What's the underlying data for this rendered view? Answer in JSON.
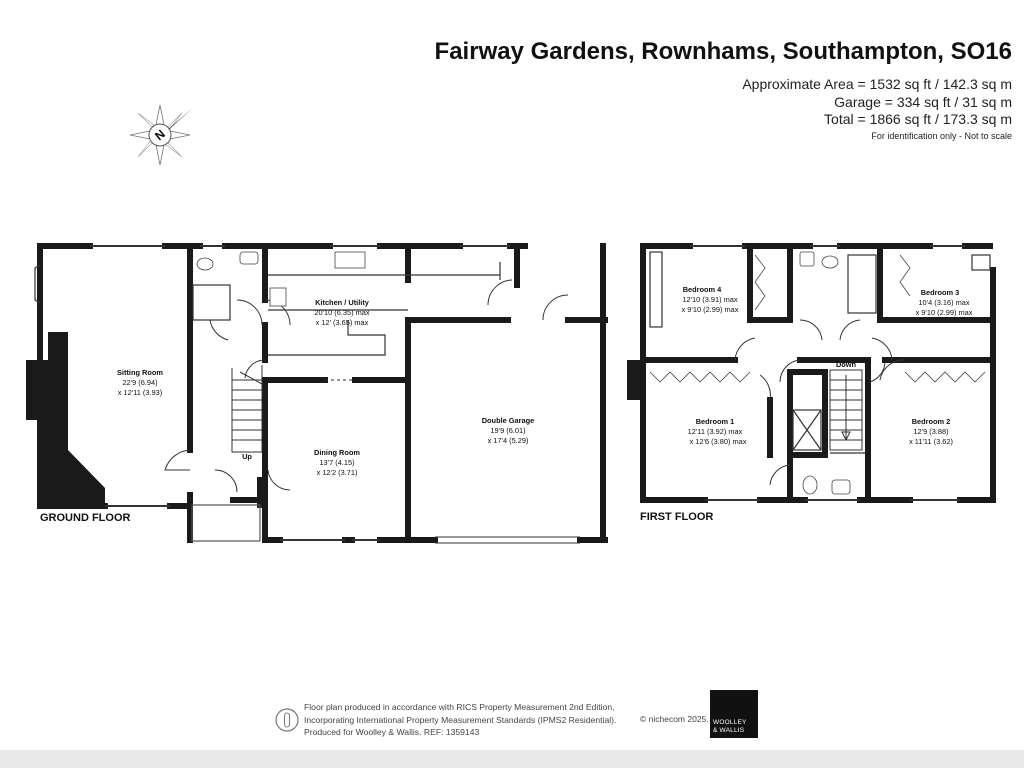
{
  "header": {
    "title": "Fairway Gardens, Rownhams, Southampton, SO16",
    "area_main": "Approximate Area = 1532 sq ft / 142.3 sq m",
    "area_garage": "Garage = 334 sq ft / 31 sq m",
    "area_total": "Total = 1866 sq ft / 173.3 sq m",
    "note": "For identification only - Not to scale"
  },
  "compass": {
    "letter": "N",
    "icon": "compass-icon"
  },
  "ground_floor": {
    "label": "GROUND FLOOR",
    "rooms": {
      "sitting": {
        "name": "Sitting Room",
        "d1": "22'9 (6.94)",
        "d2": "x 12'11 (3.93)"
      },
      "kitchen": {
        "name": "Kitchen / Utility",
        "d1": "20'10 (6.35) max",
        "d2": "x 12' (3.65) max"
      },
      "dining": {
        "name": "Dining Room",
        "d1": "13'7 (4.15)",
        "d2": "x 12'2 (3.71)"
      },
      "garage": {
        "name": "Double Garage",
        "d1": "19'9 (6.01)",
        "d2": "x 17'4 (5.29)"
      }
    },
    "stairs_label": "Up"
  },
  "first_floor": {
    "label": "FIRST FLOOR",
    "rooms": {
      "bed4": {
        "name": "Bedroom 4",
        "d1": "12'10 (3.91) max",
        "d2": "x 9'10 (2.99) max"
      },
      "bed3": {
        "name": "Bedroom 3",
        "d1": "10'4 (3.16) max",
        "d2": "x 9'10 (2.99) max"
      },
      "bed1": {
        "name": "Bedroom 1",
        "d1": "12'11 (3.92) max",
        "d2": "x 12'6 (3.80) max"
      },
      "bed2": {
        "name": "Bedroom 2",
        "d1": "12'9 (3.88)",
        "d2": "x 11'11 (3.62)"
      }
    },
    "stairs_label": "Down"
  },
  "footer": {
    "line1": "Floor plan produced in accordance with RICS Property Measurement 2nd Edition,",
    "line2": "Incorporating International Property Measurement Standards (IPMS2 Residential).",
    "line3": "Produced for Woolley & Wallis.   REF: 1359143",
    "copyright": "© nichecom 2025.",
    "logo_line1": "WOOLLEY",
    "logo_line2": "& WALLIS"
  }
}
